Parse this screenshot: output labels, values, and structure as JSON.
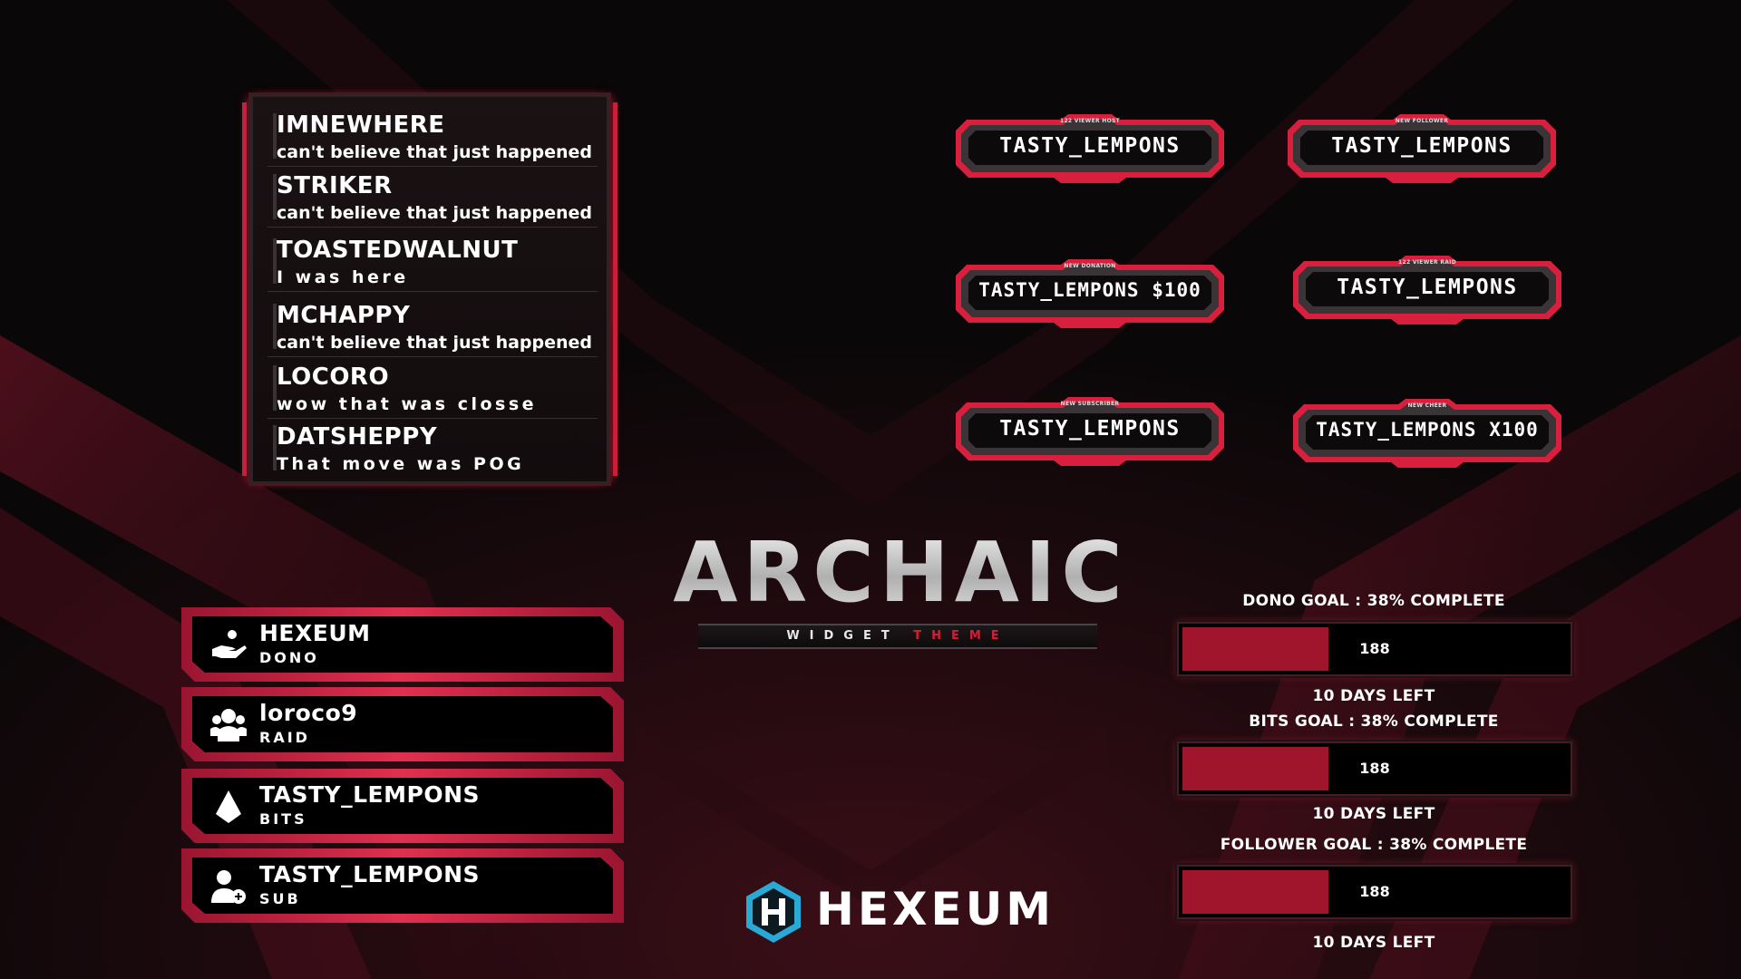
{
  "chat": {
    "messages": [
      {
        "user": "IMNEWHERE",
        "text": "can't believe that just happened"
      },
      {
        "user": "STRIKER",
        "text": "can't believe that just happened"
      },
      {
        "user": "TOASTEDWALNUT",
        "text": "I was here"
      },
      {
        "user": "MCHAPPY",
        "text": "can't believe that just happened"
      },
      {
        "user": "LOCORO",
        "text": "wow that was closse"
      },
      {
        "user": "DATSHEPPY",
        "text": "That move was POG"
      }
    ]
  },
  "alerts": [
    {
      "label": "122 VIEWER HOST",
      "name": "TASTY_LEMPONS"
    },
    {
      "label": "NEW FOLLOWER",
      "name": "TASTY_LEMPONS"
    },
    {
      "label": "NEW DONATION",
      "name": "TASTY_LEMPONS $100"
    },
    {
      "label": "122 VIEWER RAID",
      "name": "TASTY_LEMPONS"
    },
    {
      "label": "NEW SUBSCRIBER",
      "name": "TASTY_LEMPONS"
    },
    {
      "label": "NEW CHEER",
      "name": "TASTY_LEMPONS X100"
    }
  ],
  "title": {
    "main": "ARCHAIC",
    "sub_word1": "WIDGET",
    "sub_word2": "THEME"
  },
  "events": [
    {
      "name": "HEXEUM",
      "type": "DONO",
      "icon": "donate-hand-icon"
    },
    {
      "name": "loroco9",
      "type": "RAID",
      "icon": "raid-users-icon"
    },
    {
      "name": "TASTY_LEMPONS",
      "type": "BITS",
      "icon": "bits-gem-icon"
    },
    {
      "name": "TASTY_LEMPONS",
      "type": "SUB",
      "icon": "subscriber-add-icon"
    }
  ],
  "goals": [
    {
      "label": "DONO GOAL : 38% COMPLETE",
      "value": "188",
      "progress": 0.38,
      "footer": "10 DAYS LEFT"
    },
    {
      "label": "BITS GOAL : 38% COMPLETE",
      "value": "188",
      "progress": 0.38,
      "footer": "10 DAYS LEFT"
    },
    {
      "label": "FOLLOWER GOAL : 38% COMPLETE",
      "value": "188",
      "progress": 0.38,
      "footer": "10 DAYS LEFT"
    }
  ],
  "brand": {
    "name": "HEXEUM",
    "logo_icon": "hexeum-hexagon-logo"
  },
  "colors": {
    "accent": "#d61d35",
    "goal_fill": "#a0142c",
    "logo_hex": "#29a9d6"
  }
}
